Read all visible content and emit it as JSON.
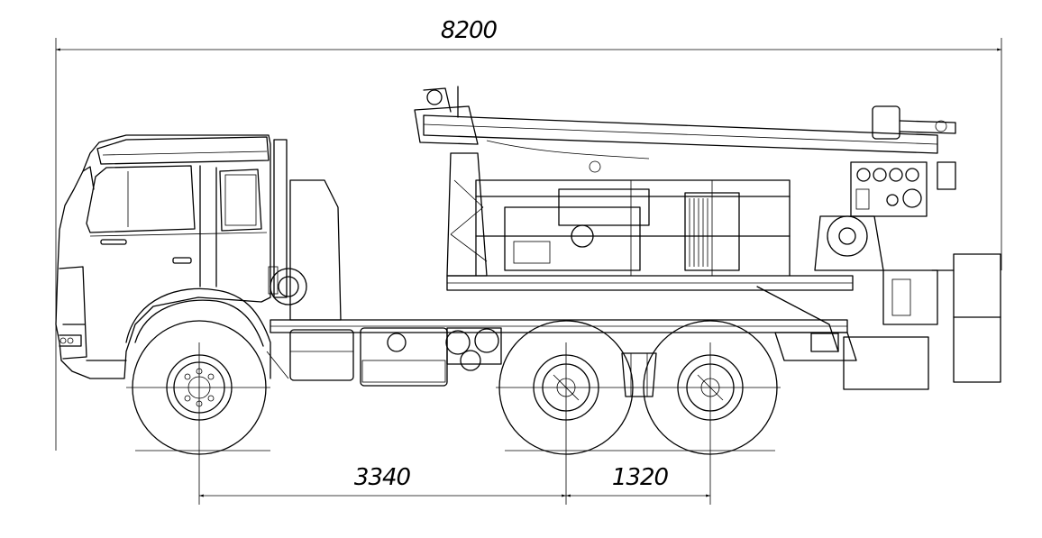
{
  "drawing": {
    "title": "",
    "dimensions": {
      "overall_length": "8200",
      "wheelbase_front_to_rear_bogie": "3340",
      "rear_axle_spacing": "1320"
    }
  }
}
